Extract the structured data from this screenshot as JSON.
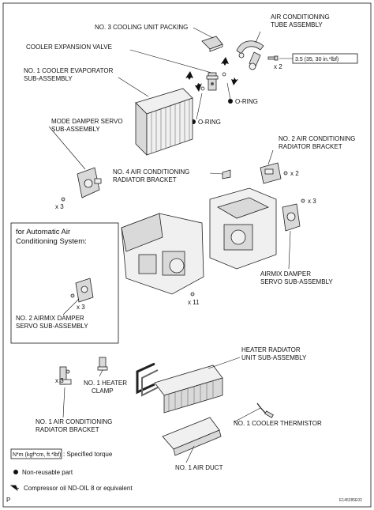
{
  "labels": {
    "no3_cooling_unit_packing": "NO. 3 COOLING UNIT PACKING",
    "ac_tube_l1": "AIR CONDITIONING",
    "ac_tube_l2": "TUBE ASSEMBLY",
    "cooler_expansion_valve": "COOLER EXPANSION VALVE",
    "evap_l1": "NO. 1 COOLER EVAPORATOR",
    "evap_l2": "SUB-ASSEMBLY",
    "oring_1": "O-RING",
    "oring_2": "O-RING",
    "mode_servo_l1": "MODE DAMPER SERVO",
    "mode_servo_l2": "SUB-ASSEMBLY",
    "no2_bracket_l1": "NO. 2 AIR CONDITIONING",
    "no2_bracket_l2": "RADIATOR BRACKET",
    "no4_bracket_l1": "NO. 4 AIR CONDITIONING",
    "no4_bracket_l2": "RADIATOR BRACKET",
    "auto_ac_l1": "for Automatic Air",
    "auto_ac_l2": "Conditioning System:",
    "no2_airmix_l1": "NO. 2 AIRMIX DAMPER",
    "no2_airmix_l2": "SERVO SUB-ASSEMBLY",
    "airmix_l1": "AIRMIX DAMPER",
    "airmix_l2": "SERVO SUB-ASSEMBLY",
    "heater_rad_l1": "HEATER RADIATOR",
    "heater_rad_l2": "UNIT SUB-ASSEMBLY",
    "heater_clamp_l1": "NO. 1 HEATER",
    "heater_clamp_l2": "CLAMP",
    "no1_bracket_l1": "NO. 1 AIR CONDITIONING",
    "no1_bracket_l2": "RADIATOR BRACKET",
    "thermistor": "NO. 1 COOLER THERMISTOR",
    "air_duct": "NO. 1 AIR DUCT"
  },
  "torque": {
    "value": "3.5 (35, 30 in.*lbf)",
    "legend_unit": "N*m (kgf*cm, ft.*lbf)",
    "legend_text": ": Specified torque"
  },
  "quantities": {
    "tube_screws": "x 2",
    "mode_servo_screws": "x 3",
    "no2_bracket_screws": "x 2",
    "airmix_screws": "x 3",
    "case_screws": "x 11",
    "auto_servo_screws": "x 3",
    "no1_bracket_screws": "x 3"
  },
  "legend": {
    "non_reusable": "Non-reusable part",
    "compressor_oil": "Compressor oil ND-OIL 8 or equivalent"
  },
  "footer": {
    "page_mark": "P",
    "figure_id": "E145285E02"
  }
}
